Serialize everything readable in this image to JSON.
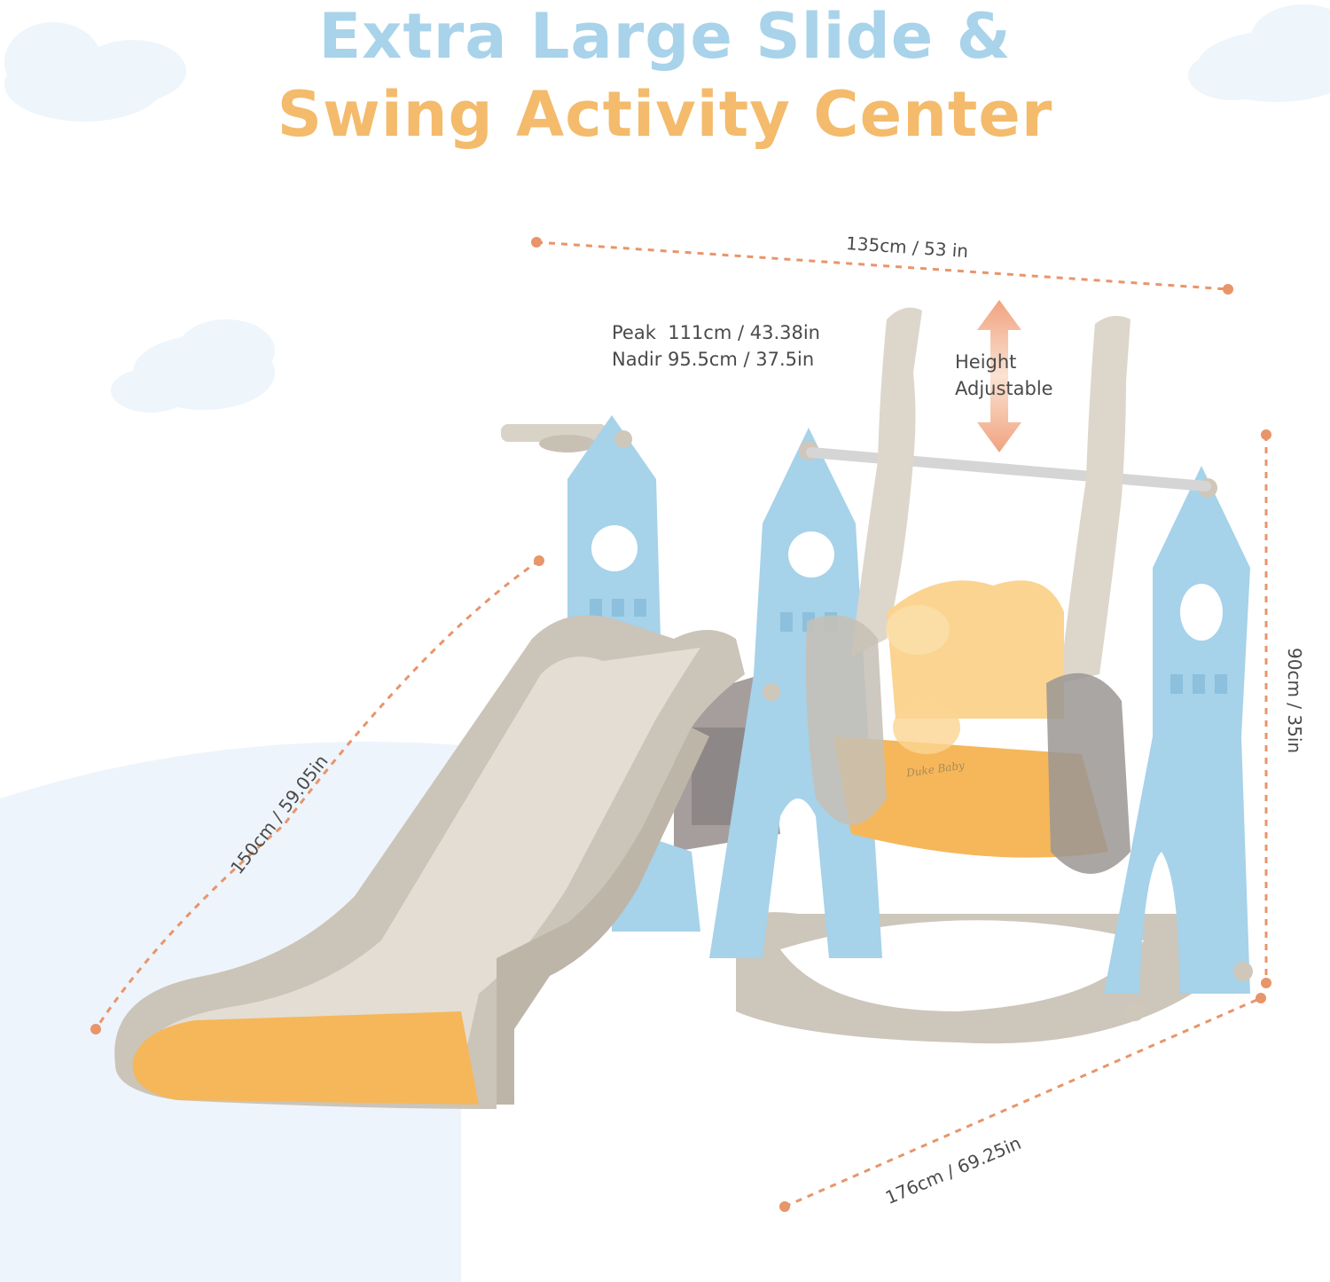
{
  "title": {
    "line1": "Extra Large Slide &",
    "line2": "Swing Activity Center"
  },
  "dimensions": {
    "width": "135cm / 53 in",
    "slide_length": "150cm / 59.05in",
    "height": "90cm / 35in",
    "depth": "176cm / 69.25in"
  },
  "swing_height": {
    "peak": "Peak  111cm / 43.38in",
    "nadir": "Nadir 95.5cm / 37.5in"
  },
  "adjustable": {
    "line1": "Height",
    "line2": "Adjustable"
  },
  "logo": {
    "brand": "Duke Baby"
  },
  "colors": {
    "title_blue": "#a8d3ea",
    "title_orange": "#f3bb6b",
    "dimension_line": "#e8956a",
    "cloud": "#eaf3fa",
    "tower_blue": "#a6d2ea",
    "slide_grey": "#cbc4b8",
    "slide_yellow": "#f5b75a"
  }
}
